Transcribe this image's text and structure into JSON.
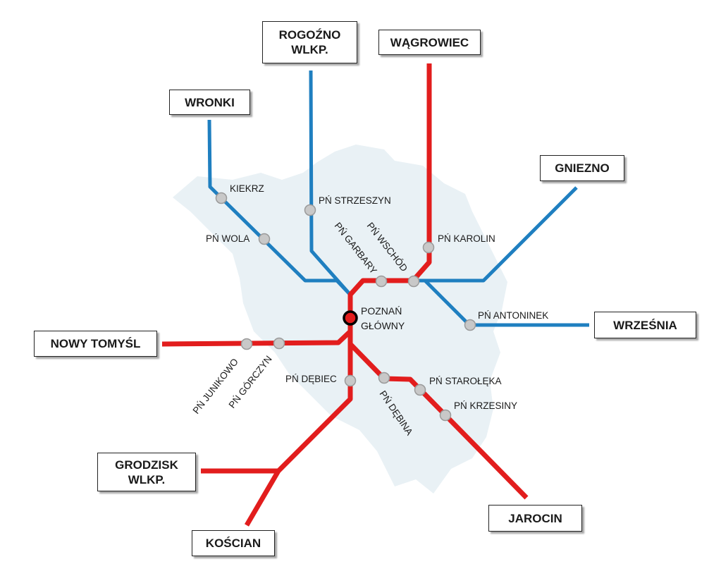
{
  "colors": {
    "city_area": "#e9f1f5",
    "blue_line": "#1f7fc0",
    "red_line": "#e21d1d",
    "station_fill": "#c8c8c8",
    "station_stroke": "#9a9a9a",
    "main_station_stroke": "#000000"
  },
  "destinations": {
    "rogozno": "ROGOŹNO\nWLKP.",
    "wagrowiec": "WĄGROWIEC",
    "wronki": "WRONKI",
    "gniezno": "GNIEZNO",
    "wrzesnia": "WRZEŚNIA",
    "nowy_tomysl": "NOWY TOMYŚL",
    "grodzisk": "GRODZISK\nWLKP.",
    "koscian": "KOŚCIAN",
    "jarocin": "JAROCIN"
  },
  "main_station": {
    "line1": "POZNAŃ",
    "line2": "GŁÓWNY"
  },
  "stations": {
    "kiekrz": "KIEKRZ",
    "pn_wola": "PŃ WOLA",
    "pn_strzeszyn": "PŃ STRZESZYN",
    "pn_garbary": "PŃ GARBARY",
    "pn_wschod": "PŃ WSCHÓD",
    "pn_karolin": "PŃ KAROLIN",
    "pn_antoninek": "PŃ ANTONINEK",
    "pn_junikowo": "PŃ JUNIKOWO",
    "pn_gorczyn": "PŃ GÓRCZYN",
    "pn_debiec": "PŃ DĘBIEC",
    "pn_debina": "PŃ DĘBINA",
    "pn_starolka": "PŃ STAROŁĘKA",
    "pn_krzesiny": "PŃ KRZESINY"
  }
}
